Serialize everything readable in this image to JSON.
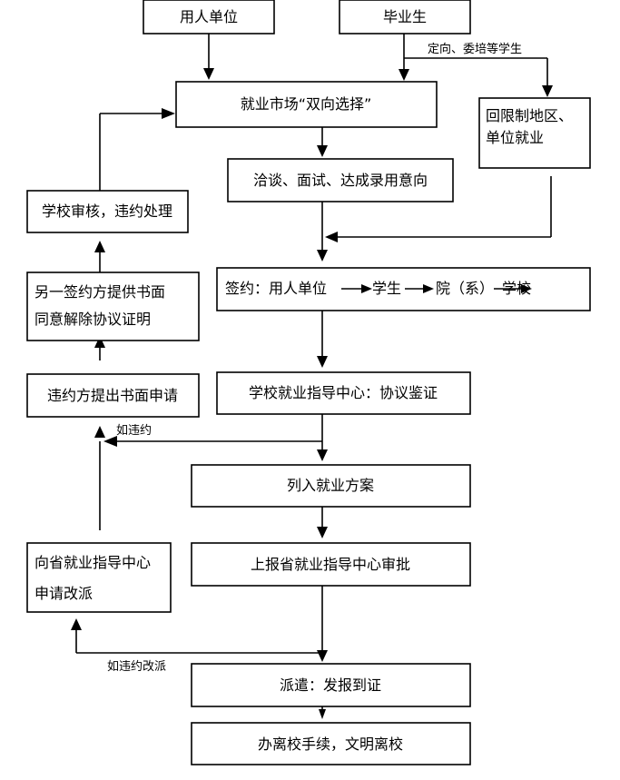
{
  "nodes": {
    "employer": "用人单位",
    "graduate": "毕业生",
    "market": "就业市场“双向选择”",
    "restricted_line1": "回限制地区、",
    "restricted_line2": "单位就业",
    "negotiate": "洽谈、面试、达成录用意向",
    "school_review": "学校审核，违约处理",
    "sign_prefix": "签约：用人单位",
    "sign_student": "学生",
    "sign_college": "院（系）",
    "sign_school": "学校",
    "other_party_line1": "另一签约方提供书面",
    "other_party_line2": "同意解除协议证明",
    "center_verify": "学校就业指导中心：协议鉴证",
    "breach_request": "违约方提出书面申请",
    "employment_plan": "列入就业方案",
    "province_reassign_line1": "向省就业指导中心",
    "province_reassign_line2": "申请改派",
    "province_approval": "上报省就业指导中心审批",
    "dispatch": "派遣：发报到证",
    "leave": "办离校手续，文明离校"
  },
  "edge_labels": {
    "directed": "定向、委培等学生",
    "if_breach": "如违约",
    "if_breach_reassign": "如违约改派"
  }
}
